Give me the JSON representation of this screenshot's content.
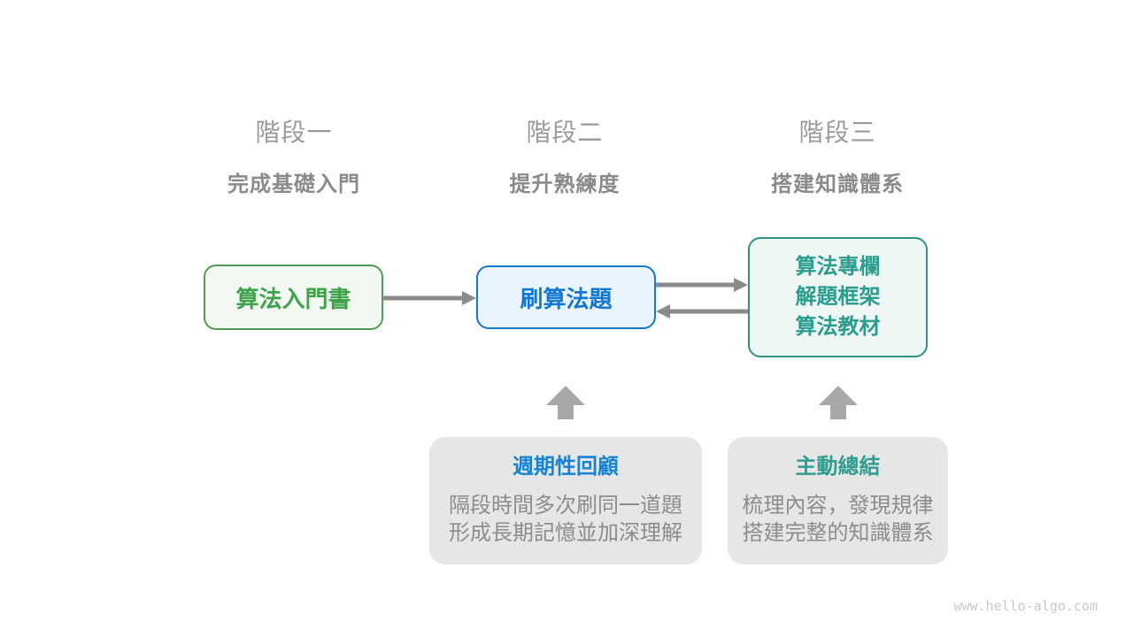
{
  "diagram": {
    "watermark": "www.hello-algo.com",
    "stages": [
      {
        "label": "階段一",
        "subtitle": "完成基礎入門"
      },
      {
        "label": "階段二",
        "subtitle": "提升熟練度"
      },
      {
        "label": "階段三",
        "subtitle": "搭建知識體系"
      }
    ],
    "nodes": [
      {
        "id": "intro-book",
        "theme": "green",
        "lines": [
          "算法入門書"
        ]
      },
      {
        "id": "practice-problems",
        "theme": "blue",
        "lines": [
          "刷算法題"
        ]
      },
      {
        "id": "advanced-resources",
        "theme": "teal",
        "lines": [
          "算法專欄",
          "解題框架",
          "算法教材"
        ]
      }
    ],
    "arrows": [
      {
        "from": "intro-book",
        "to": "practice-problems",
        "direction": "right"
      },
      {
        "from": "practice-problems",
        "to": "advanced-resources",
        "direction": "right"
      },
      {
        "from": "advanced-resources",
        "to": "practice-problems",
        "direction": "left"
      },
      {
        "from": "periodic-review",
        "to": "practice-problems",
        "direction": "up"
      },
      {
        "from": "active-summary",
        "to": "advanced-resources",
        "direction": "up"
      }
    ],
    "notes": [
      {
        "id": "periodic-review",
        "title": "週期性回顧",
        "body": [
          "隔段時間多次刷同一道題",
          "形成長期記憶並加深理解"
        ]
      },
      {
        "id": "active-summary",
        "title": "主動總結",
        "body": [
          "梳理內容，發現規律",
          "搭建完整的知識體系"
        ]
      }
    ],
    "colors": {
      "green_border": "#509a54",
      "green_text": "#3fa24c",
      "green_fill": "#f3f9f2",
      "blue_border": "#1678cc",
      "blue_text": "#1478d0",
      "blue_fill": "#e9f4fc",
      "teal_border": "#2f9185",
      "teal_text": "#2a9d8e",
      "teal_fill": "#eef7f4",
      "arrow": "#8a8a8a",
      "block_arrow": "#a8a8a8",
      "note_bg": "#e6e6e6",
      "note_title_blue": "#1583d6",
      "note_title_teal": "#2e9c8e",
      "body_text": "#8c8c8c",
      "stage_label": "#9a9a9a",
      "stage_subtitle": "#8a8a8a",
      "watermark_text": "#c9c9c9",
      "background": "#ffffff"
    }
  }
}
